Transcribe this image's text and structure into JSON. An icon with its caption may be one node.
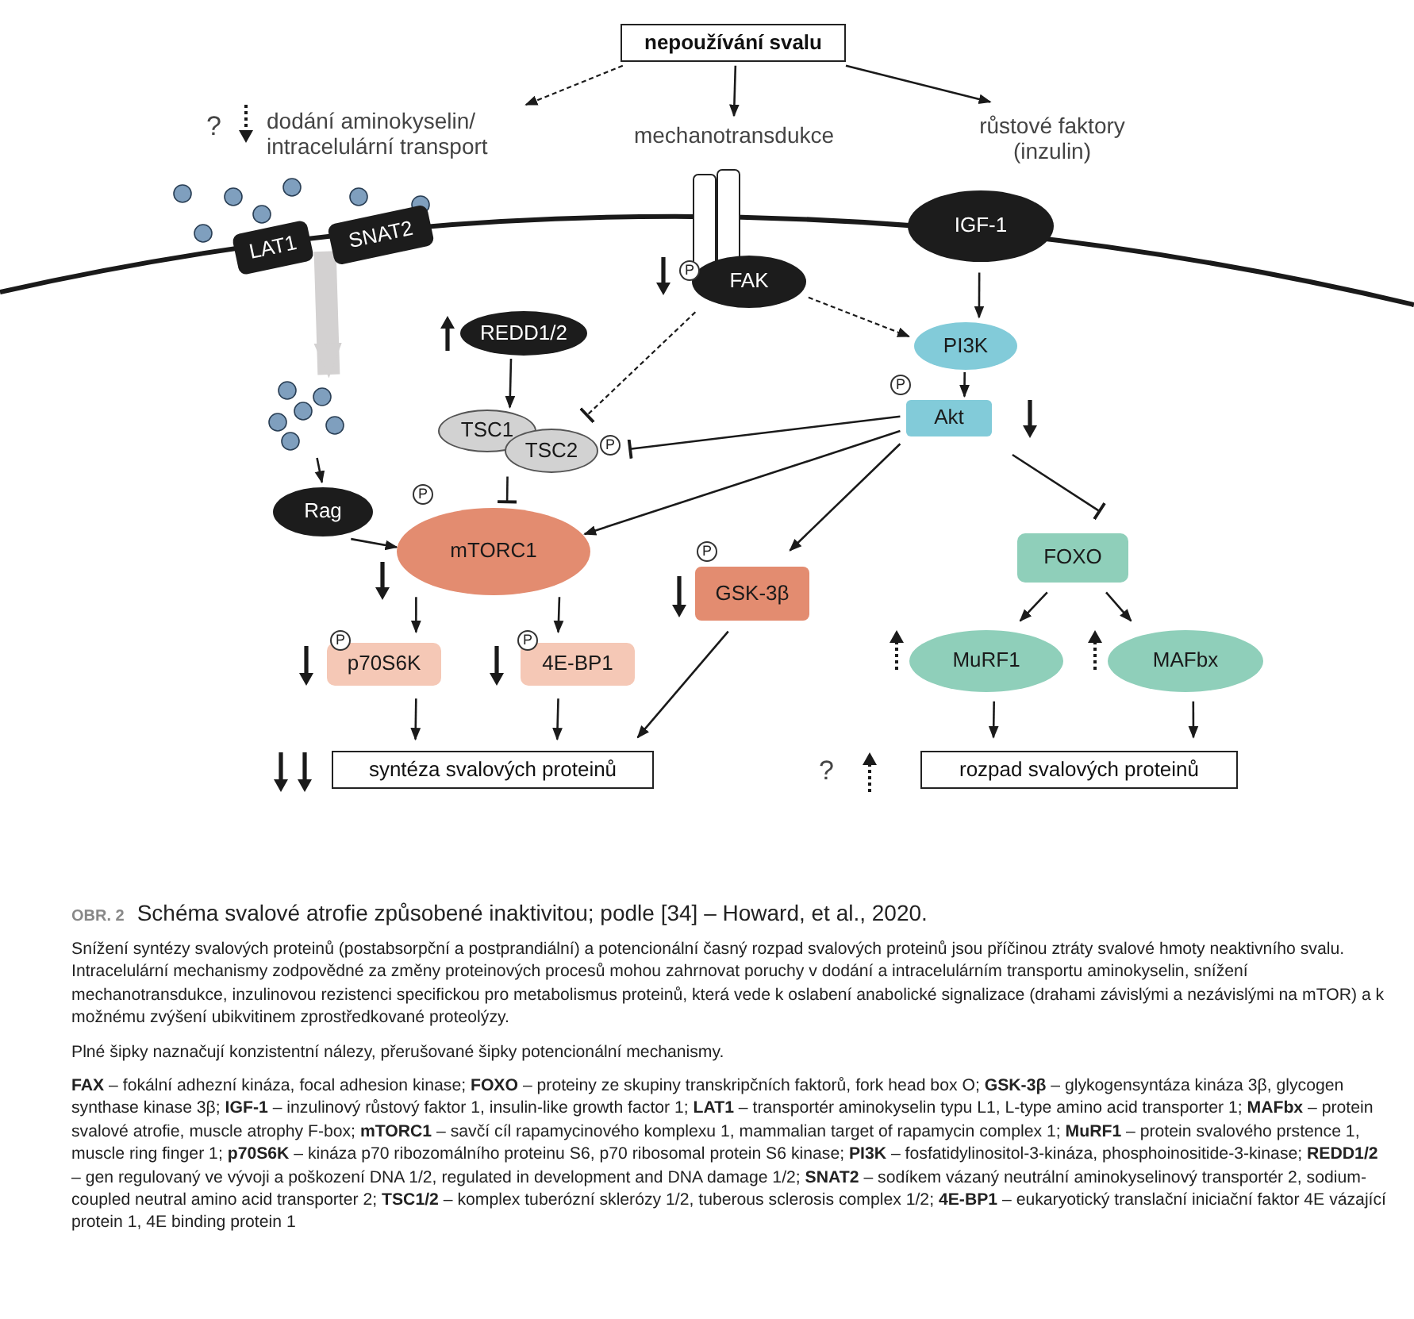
{
  "diagram": {
    "title": "Schéma svalové atrofie způsobené inaktivitou; podle [34] – Howard, et al., 2020.",
    "caption": "Snížení syntézy svalových proteinů (postabsorpční a postprandiální) a potencionální časný rozpad svalových proteinů jsou příčinou ztráty svalové hmoty neaktivního svalu. Intracelulární mechanismy zodpovědné za změny proteinových procesů mohou zahrnovat poruchy v dodání a intracelulárním transportu aminokyselin, snížení mechanotransdukce, inzulinovou rezistenci specifickou pro metabolismus proteinů, která vede k oslabení anabolické signalizace (drahami závislými a nezávislými na mTOR) a k možnému zvýšení ubikvitinem zprostředkované proteolýzy.",
    "nodes": [
      {
        "text": [
          "nepoužívání svalu"
        ]
      },
      {
        "text": [
          "dodání aminokyselin/ intracelulární transport"
        ]
      },
      {
        "text": [
          "mechanotransdukce"
        ]
      },
      {
        "text": [
          "růstové faktory (inzulin)"
        ]
      },
      {
        "text": [
          "LAT1"
        ]
      },
      {
        "text": [
          "SNAT2"
        ]
      },
      {
        "text": [
          "IGF-1"
        ]
      },
      {
        "text": [
          "FAK"
        ],
        "beside": [
          "P"
        ]
      },
      {
        "text": [
          "PI3K"
        ]
      },
      {
        "text": [
          "REDD1/2"
        ]
      },
      {
        "text": [
          "TSC1"
        ]
      },
      {
        "text": [
          "TSC2"
        ],
        "beside": [
          "P"
        ]
      },
      {
        "text": [
          "Akt"
        ],
        "beside": [
          "P"
        ]
      },
      {
        "text": [
          "Rag"
        ]
      },
      {
        "text": [
          "mTORC1"
        ],
        "beside": [
          "P"
        ]
      },
      {
        "text": [
          "GSK-3β"
        ],
        "beside": [
          "P"
        ]
      },
      {
        "text": [
          "FOXO"
        ]
      },
      {
        "text": [
          "p70S6K"
        ],
        "beside": [
          "P"
        ]
      },
      {
        "text": [
          "4E-BP1"
        ],
        "beside": [
          "P"
        ]
      },
      {
        "text": [
          "MuRF1"
        ]
      },
      {
        "text": [
          "MAFbx"
        ]
      },
      {
        "text": [
          "syntéza svalových proteinů"
        ]
      },
      {
        "text": [
          "rozpad svalových proteinů"
        ]
      },
      {
        "text": [],
        "shape": "circle"
      }
    ],
    "edges": [
      {
        "from": 0,
        "to": 1,
        "arrow": "to",
        "style": "dashed"
      },
      {
        "from": 0,
        "to": 2,
        "arrow": "to"
      },
      {
        "from": 0,
        "to": 3,
        "arrow": "to"
      },
      {
        "from": 5,
        "to": 23,
        "arrow": "to",
        "style": "thick",
        "color": "#d3d1d1"
      },
      {
        "from": 23,
        "to": 13,
        "arrow": "to"
      },
      {
        "from": 13,
        "to": 14,
        "arrow": "to"
      },
      {
        "from": 9,
        "to": 10,
        "arrow": "to"
      },
      {
        "from": 11,
        "to": 14,
        "arrow": "other"
      },
      {
        "from": 7,
        "to": 11,
        "arrow": "other",
        "style": "dashed"
      },
      {
        "from": 7,
        "to": 8,
        "arrow": "to",
        "style": "dashed"
      },
      {
        "from": 6,
        "to": 8,
        "arrow": "to"
      },
      {
        "from": 8,
        "to": 12,
        "arrow": "to"
      },
      {
        "from": 12,
        "to": 11,
        "arrow": "other"
      },
      {
        "from": 12,
        "to": 14,
        "arrow": "to"
      },
      {
        "from": 12,
        "to": 15,
        "arrow": "to"
      },
      {
        "from": 12,
        "to": 16,
        "arrow": "other"
      },
      {
        "from": 16,
        "to": 19,
        "arrow": "to"
      },
      {
        "from": 16,
        "to": 20,
        "arrow": "to"
      },
      {
        "from": 14,
        "to": 17,
        "arrow": "to"
      },
      {
        "from": 14,
        "to": 18,
        "arrow": "to"
      },
      {
        "from": 17,
        "to": 21,
        "arrow": "to"
      },
      {
        "from": 18,
        "to": 21,
        "arrow": "to"
      },
      {
        "from": 15,
        "to": 21,
        "arrow": "to"
      },
      {
        "from": 19,
        "to": 22,
        "arrow": "to"
      },
      {
        "from": 20,
        "to": 22,
        "arrow": "to"
      }
    ],
    "labels": [
      "?",
      "?",
      "OBR. 2",
      "Plné šipky naznačují konzistentní nálezy, přerušované šipky potencionální mechanismy.",
      "**FAX** – fokální adhezní kináza, focal adhesion kinase; **FOXO** – proteiny ze skupiny transkripčních faktorů, fork head box O; **GSK-3β** – glykogensyntáza kináza 3β, glycogen synthase kinase 3β; **IGF-1** – inzulinový růstový faktor 1, insulin-like growth factor 1; **LAT1** – transportér aminokyselin typu L1, L-type amino acid transporter 1; **MAFbx** – protein svalové atrofie, muscle atrophy F-box; **mTORC1** – savčí cíl rapamycinového komplexu 1, mammalian target of rapamycin complex 1; **MuRF1** – protein svalového prstence 1, muscle ring finger 1; **p70S6K** – kináza p70 ribozomálního proteinu S6, p70 ribosomal protein S6 kinase; **PI3K** – fosfatidylinositol-3-kináza, phosphoinositide-3-kinase; **REDD1/2** – gen regulovaný ve vývoji a poškození DNA 1/2, regulated in development and DNA damage 1/2; **SNAT2** – sodíkem vázaný neutrální aminokyselinový transportér 2, sodium-coupled neutral amino acid transporter 2; **TSC1/2** – komplex tuberózní sklerózy 1/2, tuberous sclerosis complex 1/2; **4E-BP1** – eukaryotický translační iniciační faktor 4E vázající protein 1, 4E binding protein 1"
    ]
  }
}
